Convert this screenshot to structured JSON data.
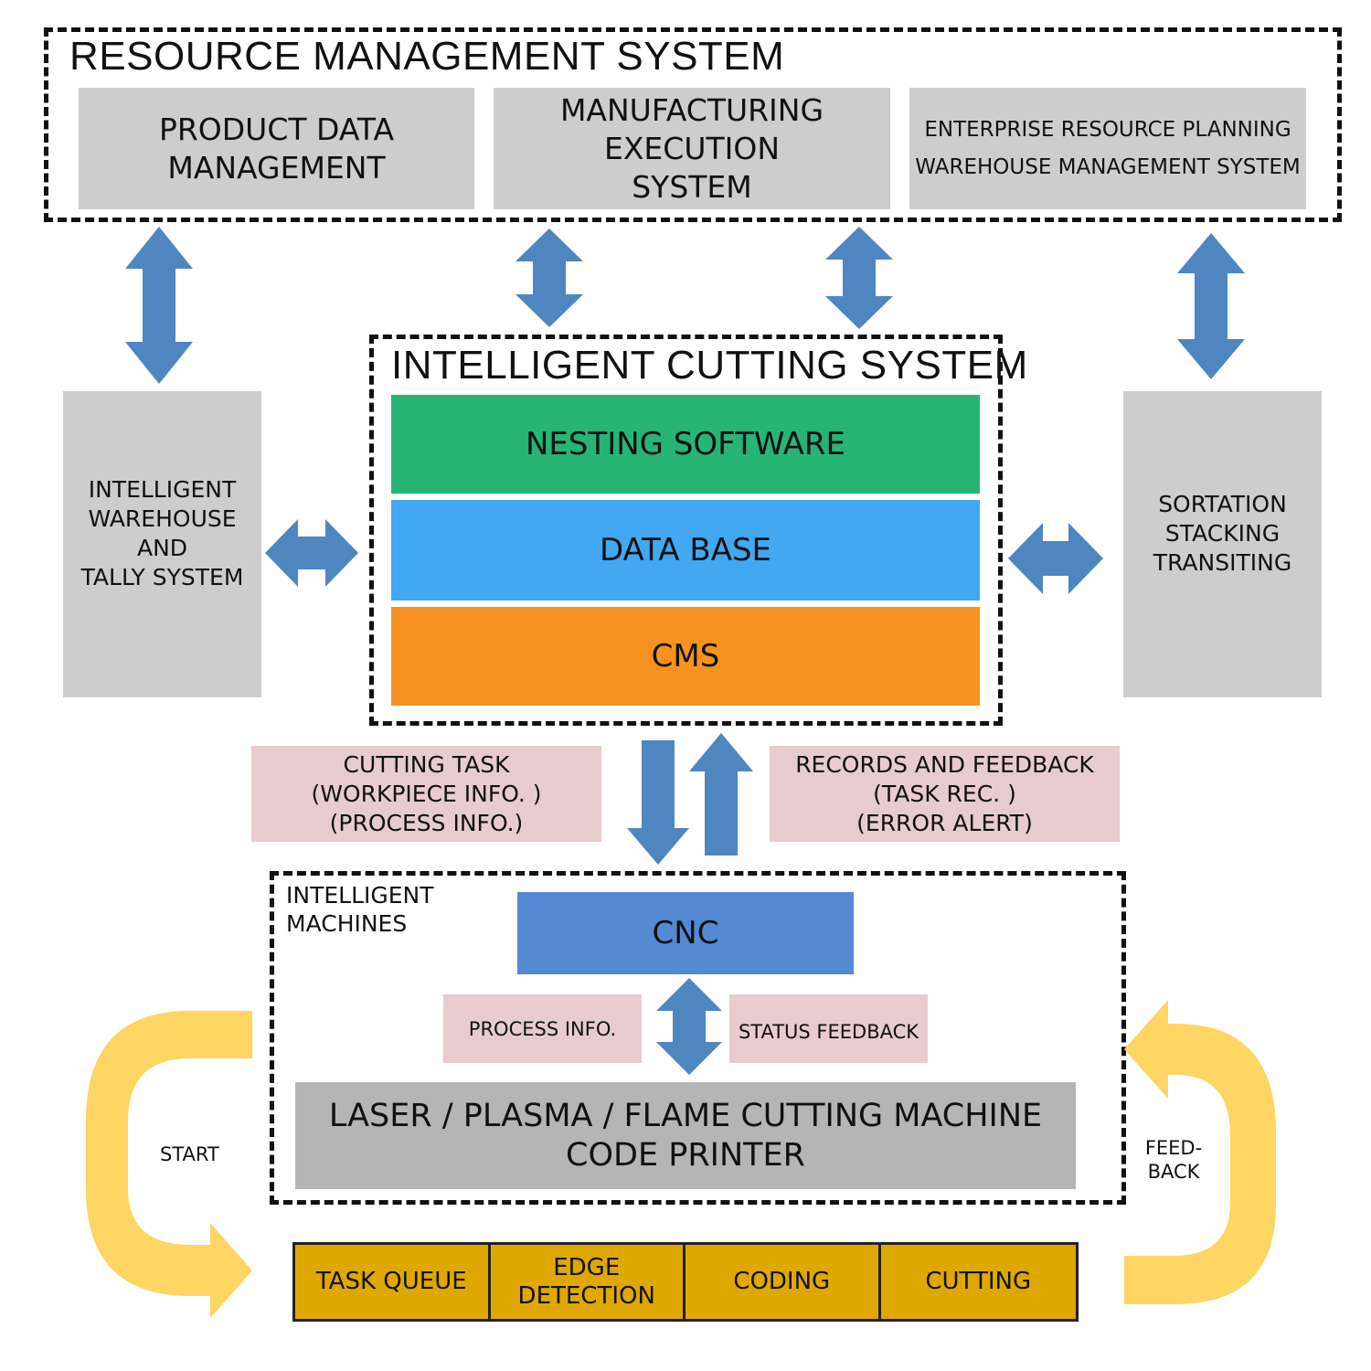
{
  "resource_management": {
    "title": "RESOURCE MANAGEMENT SYSTEM",
    "pdm": [
      "PRODUCT DATA",
      "MANAGEMENT"
    ],
    "mes": [
      "MANUFACTURING",
      "EXECUTION",
      "SYSTEM"
    ],
    "erp": [
      "ENTERPRISE RESOURCE PLANNING",
      "WAREHOUSE MANAGEMENT SYSTEM"
    ]
  },
  "side_left": [
    "INTELLIGENT",
    "WAREHOUSE",
    "AND",
    "TALLY SYSTEM"
  ],
  "side_right": [
    "SORTATION",
    "STACKING",
    "TRANSITING"
  ],
  "cutting_system": {
    "title": "INTELLIGENT CUTTING SYSTEM",
    "layers": [
      {
        "label": "NESTING SOFTWARE",
        "color": "#26b574"
      },
      {
        "label": "DATA BASE",
        "color": "#42a8f1"
      },
      {
        "label": "CMS",
        "color": "#f69320"
      }
    ]
  },
  "cutting_task": [
    "CUTTING TASK",
    "(WORKPIECE INFO. )",
    "(PROCESS INFO.)"
  ],
  "records_feedback": [
    "RECORDS AND FEEDBACK",
    "(TASK REC. )",
    "(ERROR ALERT)"
  ],
  "machines": {
    "title": [
      "INTELLIGENT",
      "MACHINES"
    ],
    "cnc": "CNC",
    "process_info": "PROCESS INFO.",
    "status_feedback": "STATUS FEEDBACK",
    "machine": [
      "LASER / PLASMA / FLAME CUTTING MACHINE",
      "CODE PRINTER"
    ]
  },
  "loop": {
    "start": "START",
    "feedback": [
      "FEED-",
      "BACK"
    ]
  },
  "stages": [
    [
      "TASK QUEUE"
    ],
    [
      "EDGE",
      "DETECTION"
    ],
    [
      "CODING"
    ],
    [
      "CUTTING"
    ]
  ],
  "colors": {
    "blue_arrow": "#4f86c0",
    "yellow_arrow": "#fcd562",
    "stage_fill": "#dea800",
    "cnc": "#5589d1",
    "machine_gray": "#b5b5b5",
    "box_gray": "#cdcdcd",
    "pink_label": "#e8cccd"
  }
}
